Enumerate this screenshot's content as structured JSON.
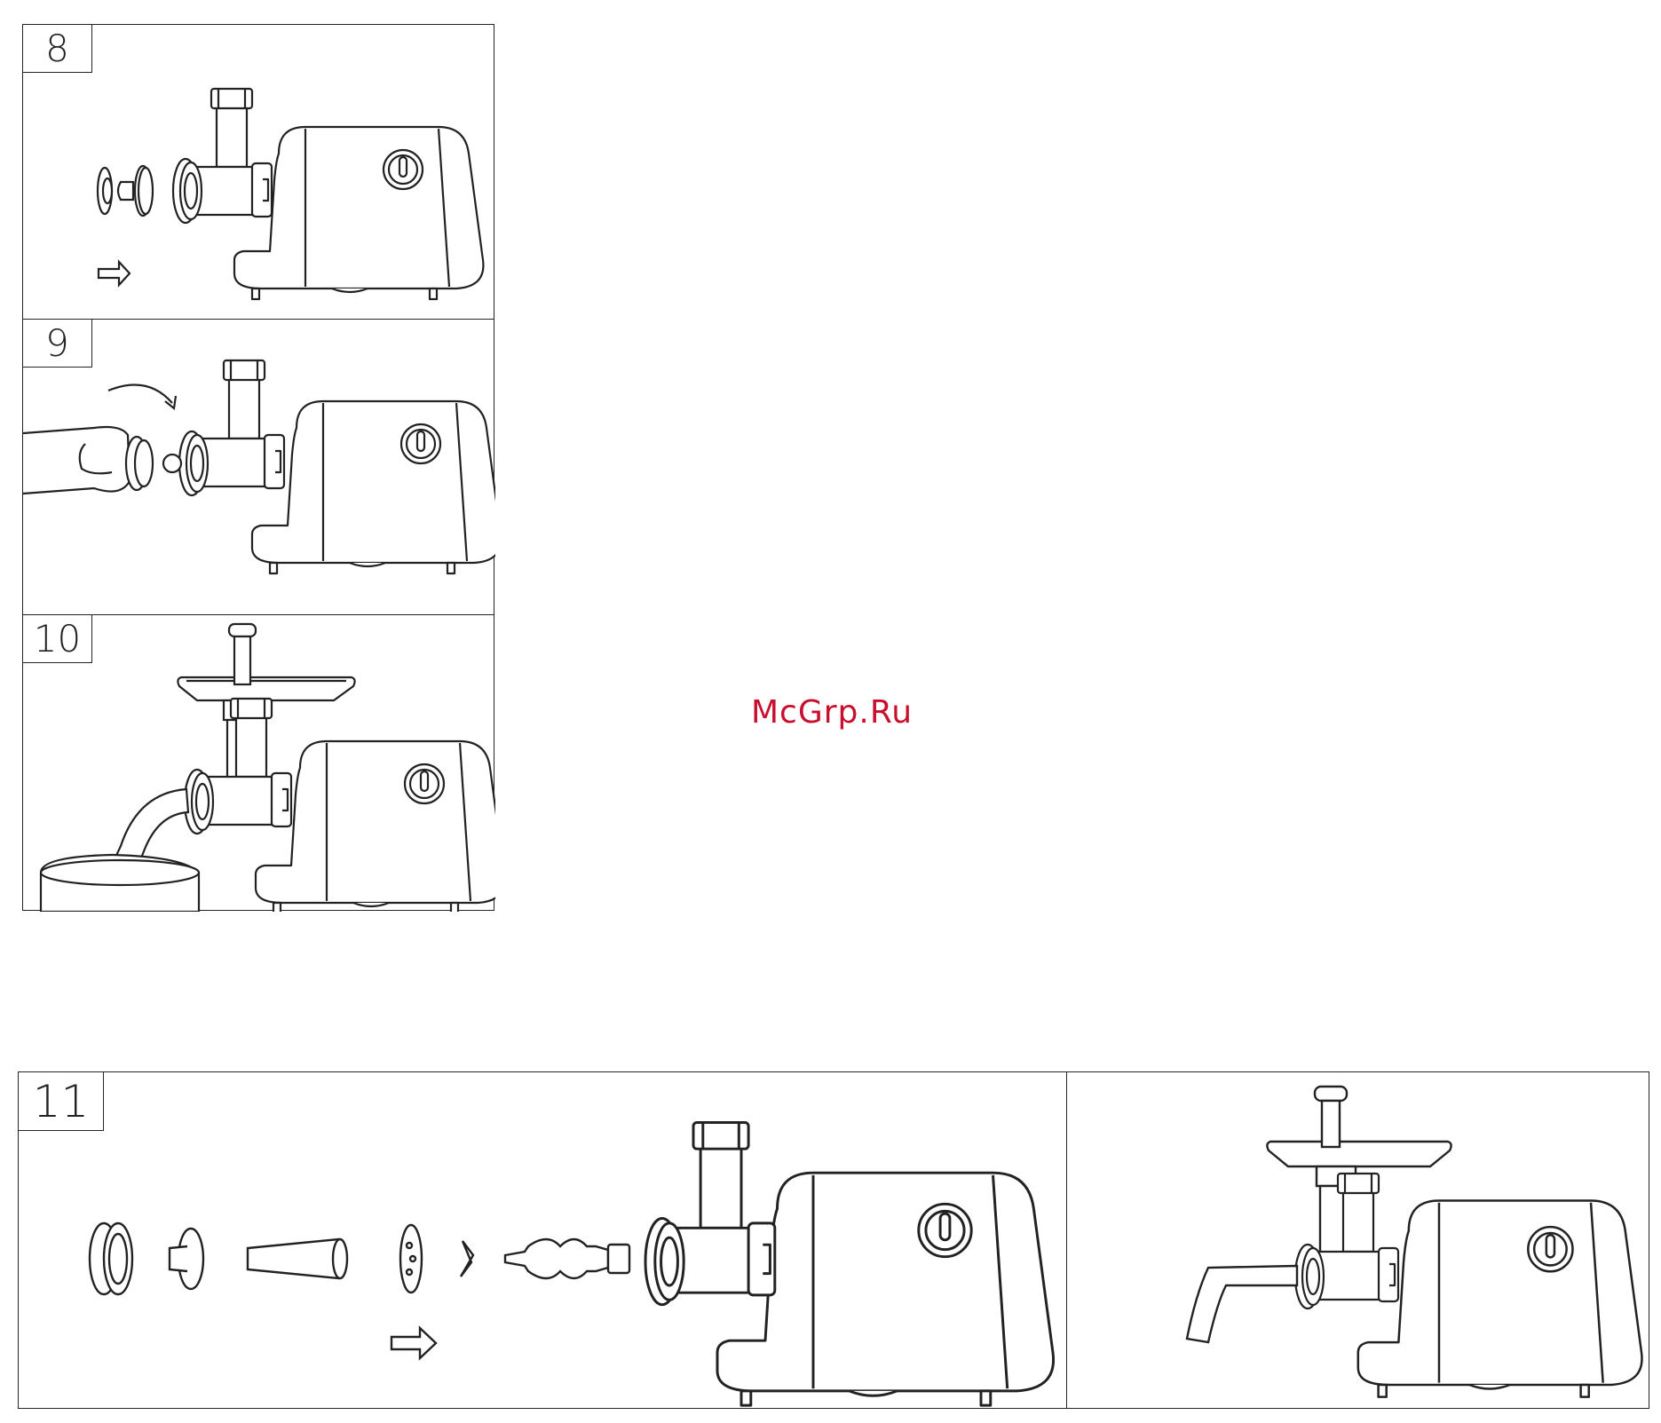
{
  "steps": [
    {
      "number": "8"
    },
    {
      "number": "9"
    },
    {
      "number": "10"
    },
    {
      "number": "11"
    }
  ],
  "watermark": "McGrp.Ru"
}
